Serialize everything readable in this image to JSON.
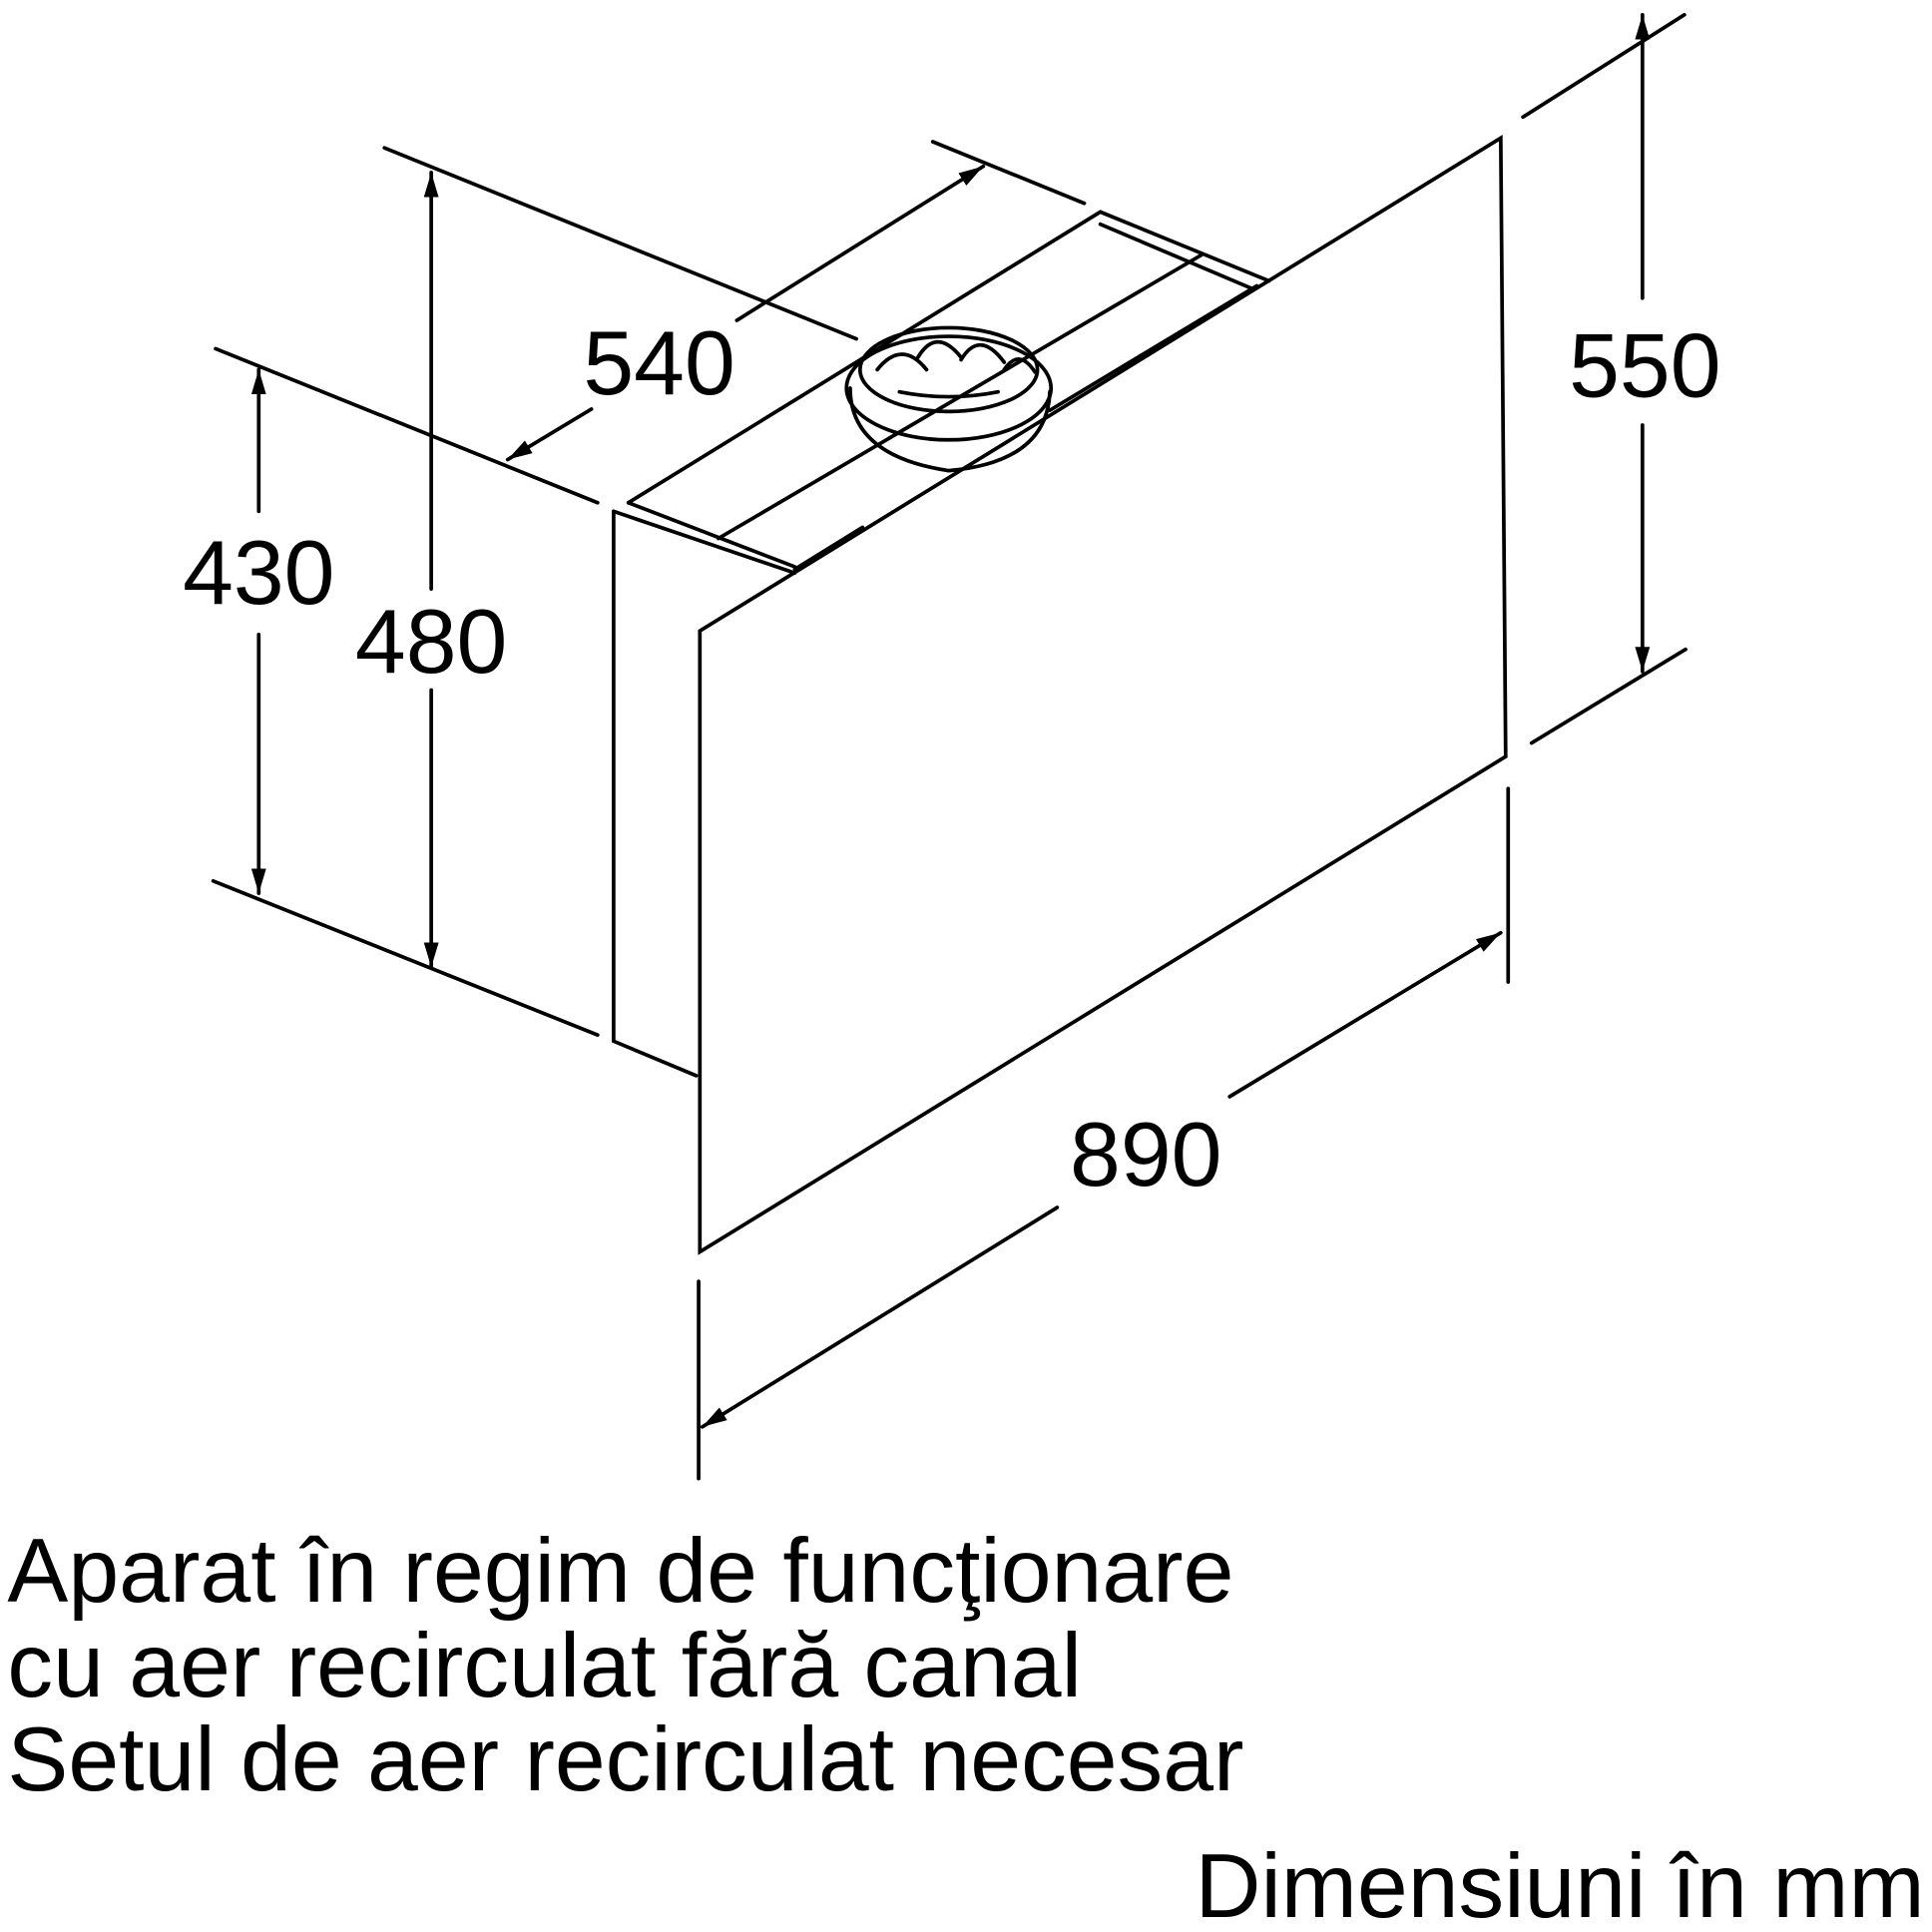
{
  "dimensions": {
    "depth": "540",
    "height_total": "480",
    "height_back": "430",
    "height_panel": "550",
    "width": "890"
  },
  "caption": {
    "line1": "Aparat în regim de funcţionare",
    "line2": "cu aer recirculat fără canal",
    "line3": "Setul de aer recirculat necesar"
  },
  "units_note": "Dimensiuni în mm"
}
